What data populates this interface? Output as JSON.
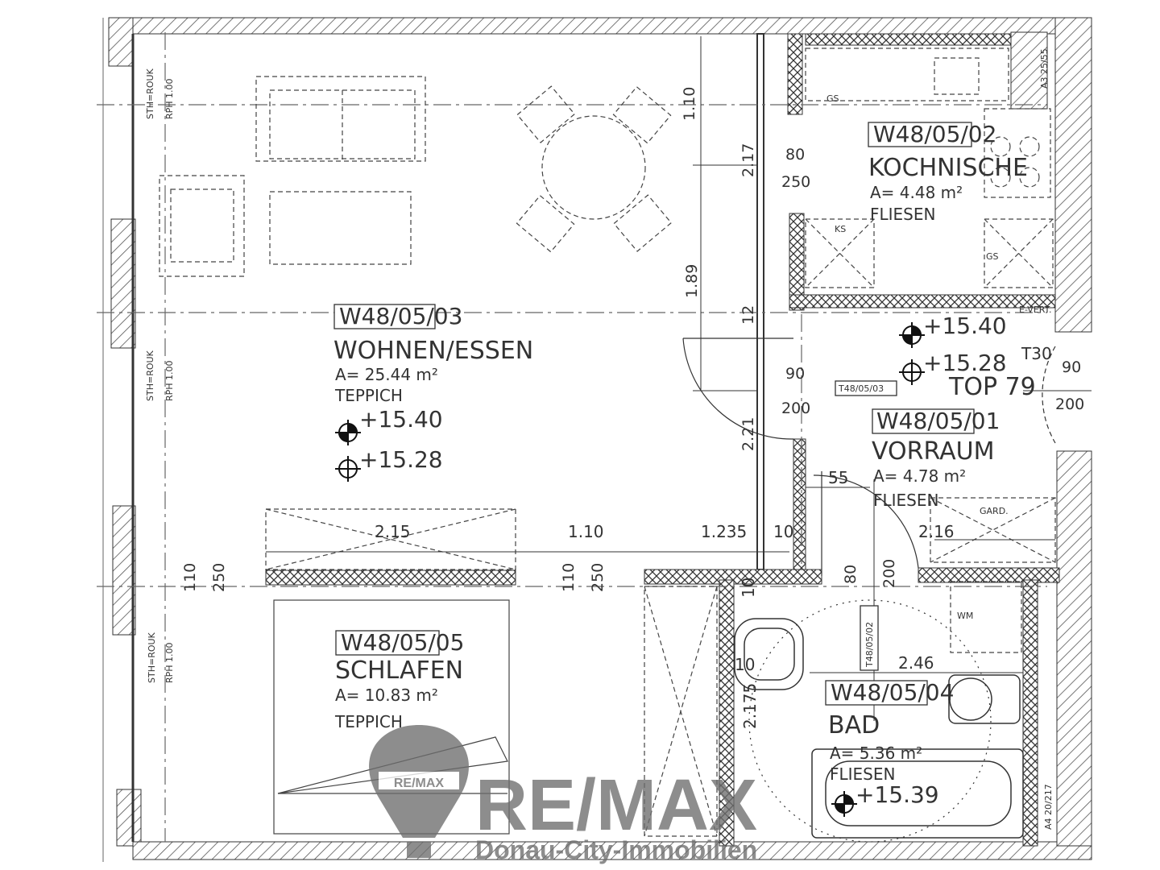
{
  "rooms": {
    "wohnen": {
      "code": "W48/05/03",
      "name": "WOHNEN/ESSEN",
      "area": "A= 25.44 m²",
      "floor": "TEPPICH",
      "level1": "+15.40",
      "level2": "+15.28"
    },
    "kochnische": {
      "code": "W48/05/02",
      "name": "KOCHNISCHE",
      "area": "A= 4.48 m²",
      "floor": "FLIESEN"
    },
    "vorraum": {
      "code": "W48/05/01",
      "name": "VORRAUM",
      "area": "A= 4.78 m²",
      "floor": "FLIESEN",
      "level1": "+15.40",
      "level2": "+15.28"
    },
    "schlafen": {
      "code": "W48/05/05",
      "name": "SCHLAFEN",
      "area": "A= 10.83 m²",
      "floor": "TEPPICH"
    },
    "bad": {
      "code": "W48/05/04",
      "name": "BAD",
      "area": "A= 5.36 m²",
      "floor": "FLIESEN",
      "level": "+15.39"
    }
  },
  "top": {
    "label": "TOP 79",
    "door_label": "T30",
    "door_w": "90",
    "door_h": "200"
  },
  "dimensions": {
    "d_110_top": "1.10",
    "d_217": "2.17",
    "d_80": "80",
    "d_250": "250",
    "d_189": "1.89",
    "d_12": "12",
    "d_90": "90",
    "d_200": "200",
    "d_221": "2.21",
    "d_55": "55",
    "d_215": "2.15",
    "d_110_mid": "1.10",
    "d_1235": "1.235",
    "d_10a": "10",
    "d_216": "2.16",
    "d_110_left": "110",
    "d_250_left": "250",
    "d_110_mid2": "110",
    "d_250_mid2": "250",
    "d_10b": "10",
    "d_80b": "80",
    "d_200b": "200",
    "d_10c": "10",
    "d_246": "2.46",
    "d_2175": "2.175"
  },
  "door_tags": {
    "t_vorraum": "T48/05/03",
    "t_bad": "T48/05/02"
  },
  "wall_notes": {
    "sth1": "STH=ROUK",
    "rph1": "RPH 1.00",
    "sth2": "STH=ROUK",
    "rph2": "RPH 1.00",
    "sth3": "STH=ROUK",
    "rph3": "RPH 1.00",
    "a3": "A3 25/55",
    "a4": "A4 20/217"
  },
  "fixtures": {
    "ks": "KS",
    "gs1": "GS",
    "gs2": "GS",
    "gard": "GARD.",
    "wm": "WM",
    "evert": "E-VERT."
  },
  "logo": {
    "balloon_text": "RE/MAX",
    "wordmark": "RE/MAX",
    "tagline": "Donau-City-Immobilien"
  }
}
